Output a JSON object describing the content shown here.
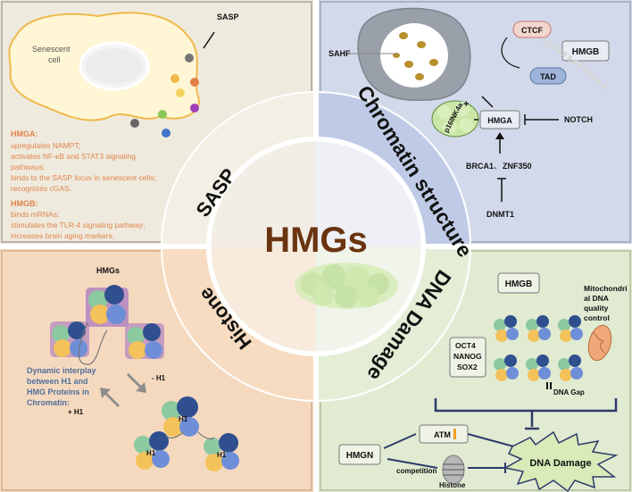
{
  "center": {
    "title": "HMGs"
  },
  "quadrants": {
    "sasp": {
      "label": "SASP",
      "senescent_cell_label": "Senescent\ncell",
      "sasp_arrow_label": "SASP",
      "hmga_heading": "HMGA:",
      "hmga_lines": [
        "upregulates NAMPT;",
        "activates NF-κB and STAT3 signaling",
        "pathways;",
        "binds to the SASP locus in senescent cells;",
        "recognizes cGAS."
      ],
      "hmgb_heading": "HMGB:",
      "hmgb_lines": [
        "binds mRNAs;",
        "stimulates the TLR-4 signaling pathway;",
        "increases brain aging markers,"
      ]
    },
    "chromatin": {
      "label": "Chromatin structure",
      "sahf": "SAHF",
      "ctcf": "CTCF",
      "hmgb": "HMGB",
      "tad": "TAD",
      "p16": "p16INK4a",
      "plus": "+",
      "hmga": "HMGA",
      "notch": "NOTCH",
      "brca1": "BRCA1",
      "sep": "、",
      "znf350": "ZNF350",
      "dnmt1": "DNMT1"
    },
    "histone": {
      "label": "Histone",
      "hmgs": "HMGs",
      "minus_h1": "- H1",
      "plus_h1": "+ H1",
      "h1a": "H1",
      "h1b": "H1",
      "dynamic_lines": [
        "Dynamic interplay",
        "between H1 and",
        "HMG Proteins in",
        "Chromatin:"
      ]
    },
    "dna": {
      "label": "DNA Damage",
      "hmgb": "HMGB",
      "mito_lines": [
        "Mitochondri",
        "al DNA",
        "quality",
        "control"
      ],
      "oct_lines": [
        "OCT4",
        "NANOG",
        "SOX2"
      ],
      "dna_gap": "DNA Gap",
      "hmgn": "HMGN",
      "atm": "ATM",
      "competition": "competition",
      "histone": "Histone",
      "dna_damage": "DNA Damage"
    }
  },
  "colors": {
    "sasp_bg": "#efeade",
    "chromatin_bg": "#d2d9ea",
    "histone_bg": "#f5d9bf",
    "dna_bg": "#e1ebd2",
    "title": "#6b3410",
    "accent_orange": "#e0844a",
    "accent_blue": "#4f6f9a",
    "ring": "#ffffff"
  }
}
